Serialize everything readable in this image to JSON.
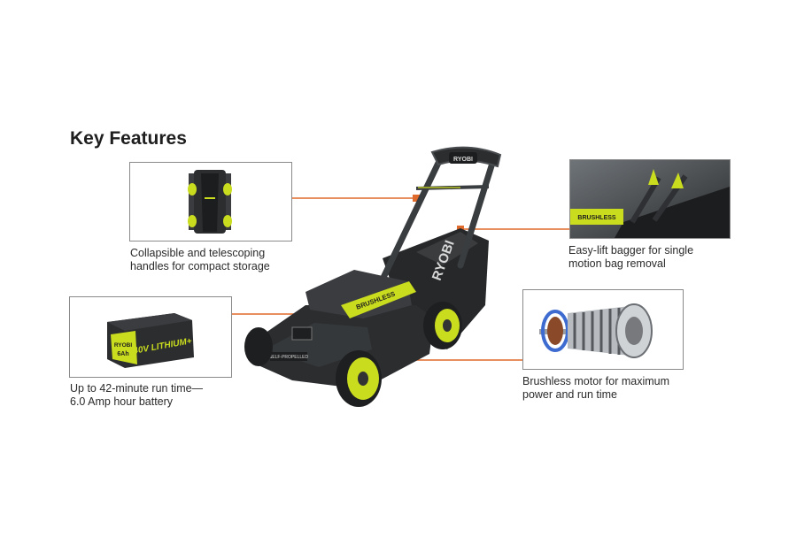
{
  "title": "Key Features",
  "features": [
    {
      "lines": [
        "Collapsible and telescoping",
        "handles for compact storage"
      ]
    },
    {
      "lines": [
        "Easy-lift bagger for single",
        "motion bag removal"
      ]
    },
    {
      "lines": [
        "Up to 42-minute run time—",
        "6.0 Amp hour battery"
      ]
    },
    {
      "lines": [
        "Brushless motor for maximum",
        "power and run time"
      ]
    }
  ],
  "product_lettering": {
    "handle_logo": "RYOBI",
    "bag_logo": "RYOBI",
    "deck_badge": "BRUSHLESS",
    "deck_badge_2": "SELF-PROPELLED",
    "battery_brand": "RYOBI",
    "battery_label": "40V LITHIUM+",
    "battery_capacity": "6Ah",
    "bagger_badge": "BRUSHLESS"
  },
  "colors": {
    "accent": "#e06a2c",
    "brand_green": "#c9dc1e",
    "dark": "#2b2d2f"
  }
}
